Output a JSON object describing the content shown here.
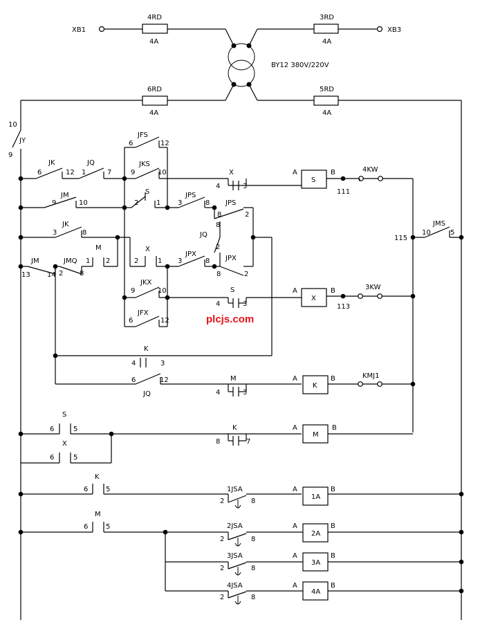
{
  "terminals": {
    "xb1": "XB1",
    "xb3": "XB3"
  },
  "transformer": {
    "label": "BY12 380V/220V"
  },
  "fuses": {
    "f4rd": {
      "name": "4RD",
      "rating": "4A"
    },
    "f3rd": {
      "name": "3RD",
      "rating": "4A"
    },
    "f6rd": {
      "name": "6RD",
      "rating": "4A"
    },
    "f5rd": {
      "name": "5RD",
      "rating": "4A"
    }
  },
  "coils": {
    "s": "S",
    "x": "X",
    "k": "K",
    "m": "M",
    "a1": "1A",
    "a2": "2A",
    "a3": "3A",
    "a4": "4A"
  },
  "coil_pins": {
    "a": "A",
    "b": "B"
  },
  "contacts": {
    "jy": "JY",
    "jk1": "JK",
    "jq1": "JQ",
    "jfs": "JFS",
    "jks": "JKS",
    "jm1": "JM",
    "jk2": "JK",
    "m1": "M",
    "jm2": "JM",
    "jmq": "JMQ",
    "jps1": "JPS",
    "jps2": "JPS",
    "jq2": "JQ",
    "jpx1": "JPX",
    "jpx2": "JPX",
    "jkx": "JKX",
    "jfx": "JFX",
    "x1": "X",
    "x2": "X",
    "s1": "S",
    "s2": "S",
    "k1": "K",
    "jq3": "JQ",
    "m2": "M",
    "s3": "S",
    "x3": "X",
    "k2": "K",
    "k3": "K",
    "m3": "M",
    "jms": "JMS",
    "kw4": "4KW",
    "kw3": "3KW",
    "kmj1": "KMJ1",
    "jsa1": "1JSA",
    "jsa2": "2JSA",
    "jsa3": "3JSA",
    "jsa4": "4JSA"
  },
  "nodes": {
    "n1": "1",
    "n2": "2",
    "n3": "3",
    "n4": "4",
    "n5": "5",
    "n6": "6",
    "n7": "7",
    "n8": "8",
    "n9": "9",
    "n10": "10",
    "n12": "12",
    "n13": "13",
    "n14": "14",
    "n111": "111",
    "n113": "113",
    "n115": "115"
  },
  "watermark": "plcjs.com"
}
